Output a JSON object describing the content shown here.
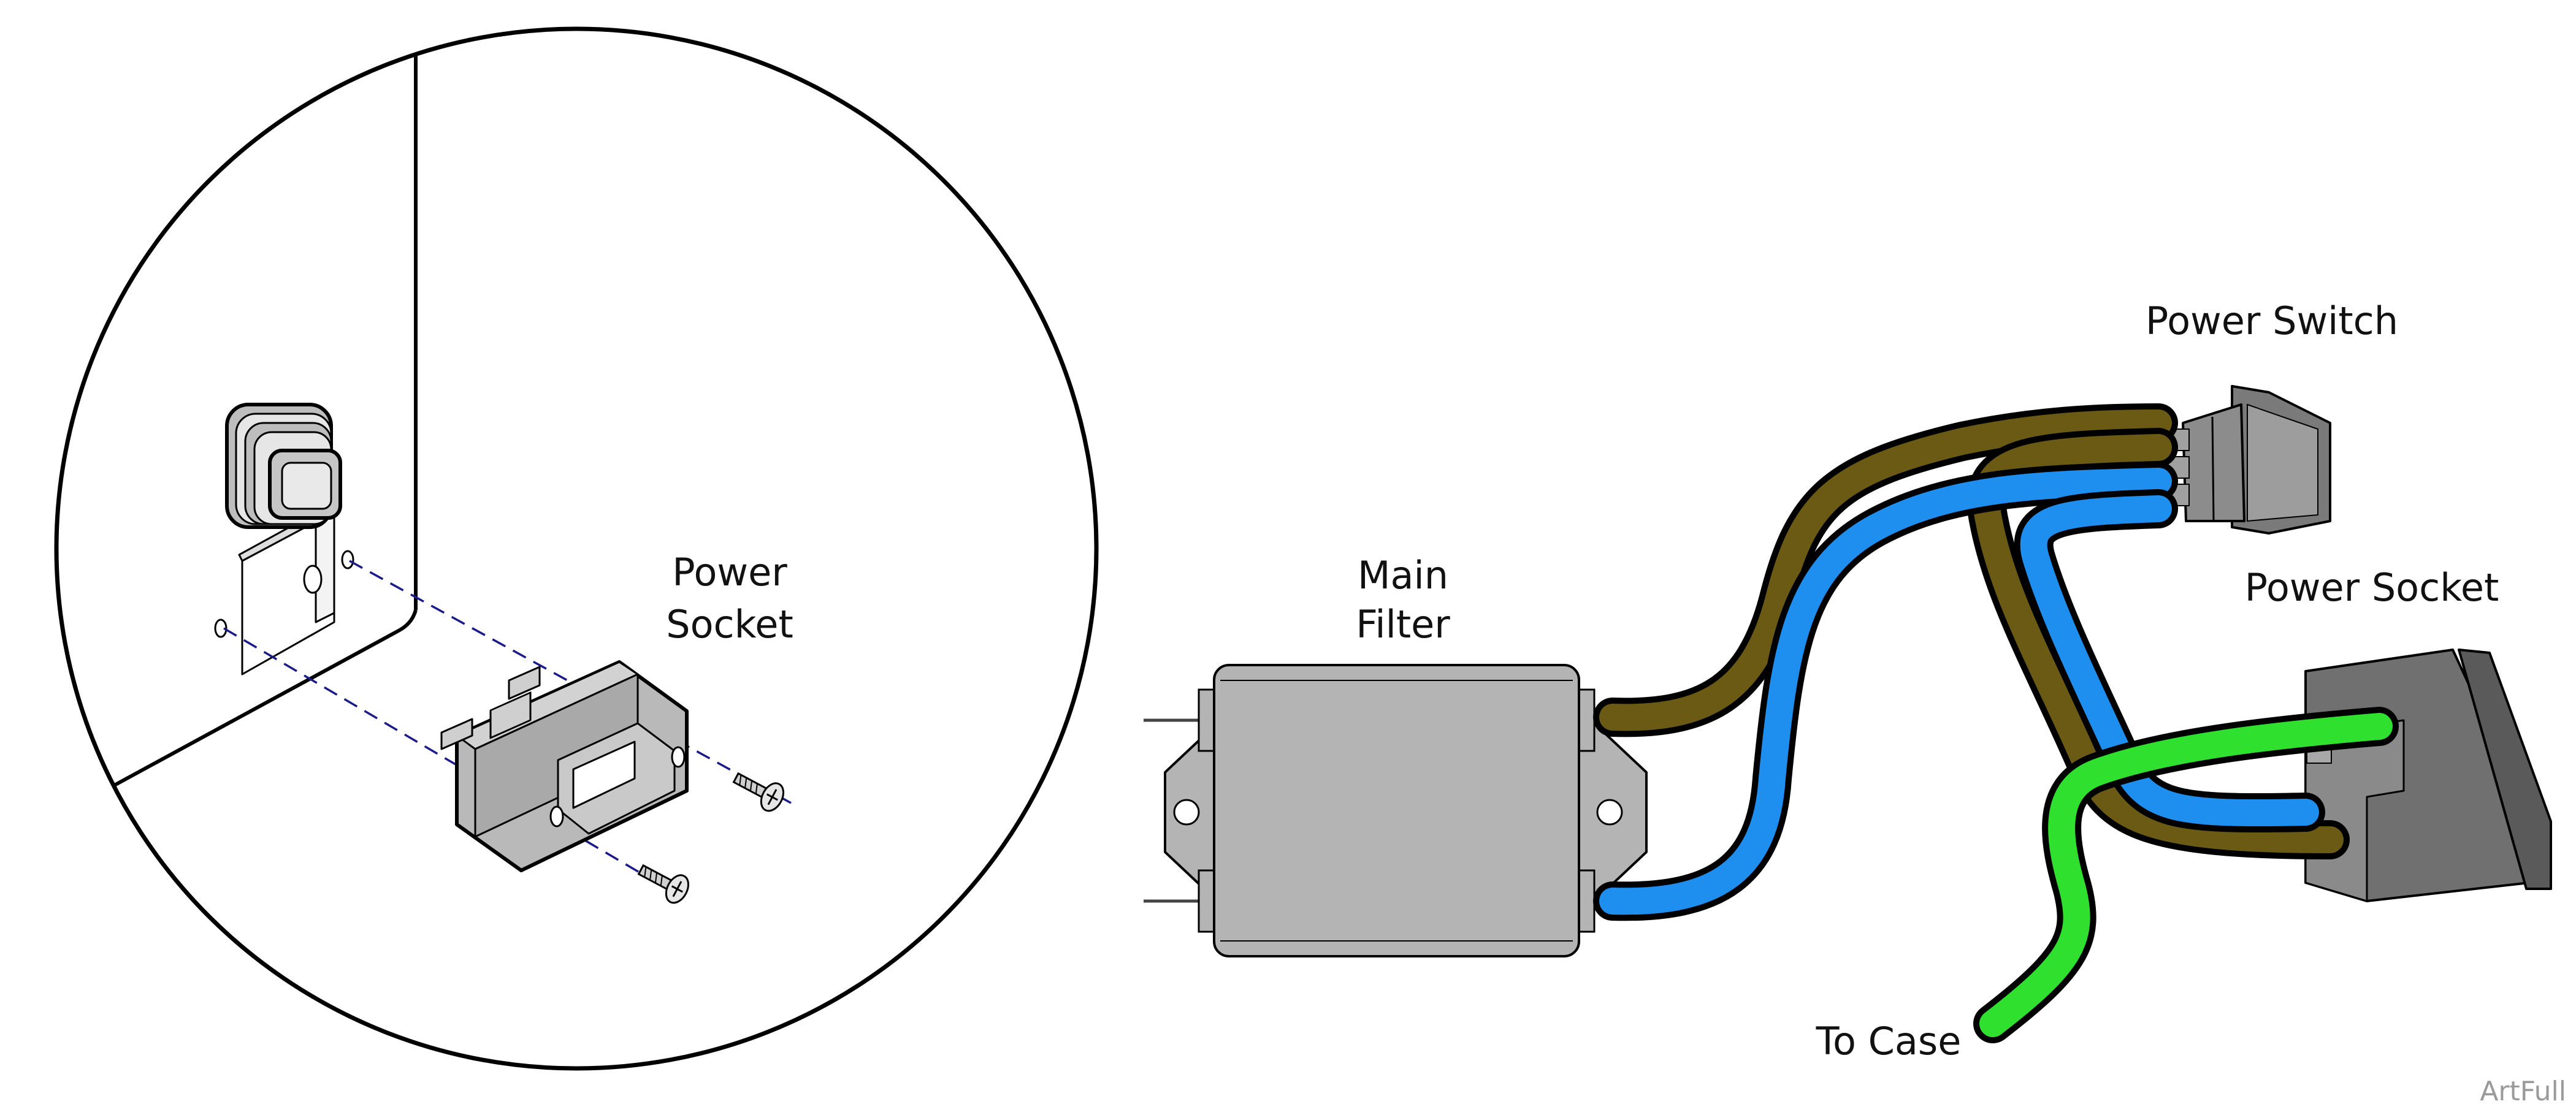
{
  "labels": {
    "detail_socket_line1": "Power",
    "detail_socket_line2": "Socket",
    "filter_line1": "Main",
    "filter_line2": "Filter",
    "power_switch": "Power Switch",
    "power_socket": "Power Socket",
    "to_case": "To Case",
    "watermark": "ArtFull"
  },
  "colors": {
    "brown_wire": "#6b5a14",
    "blue_wire": "#1e8fef",
    "green_wire": "#2fe02f",
    "part_gray": "#b4b4b4",
    "dark_gray": "#6e6e6e",
    "mid_gray": "#9a9a9a"
  },
  "icons": [
    "screw-icon",
    "screw-icon"
  ]
}
